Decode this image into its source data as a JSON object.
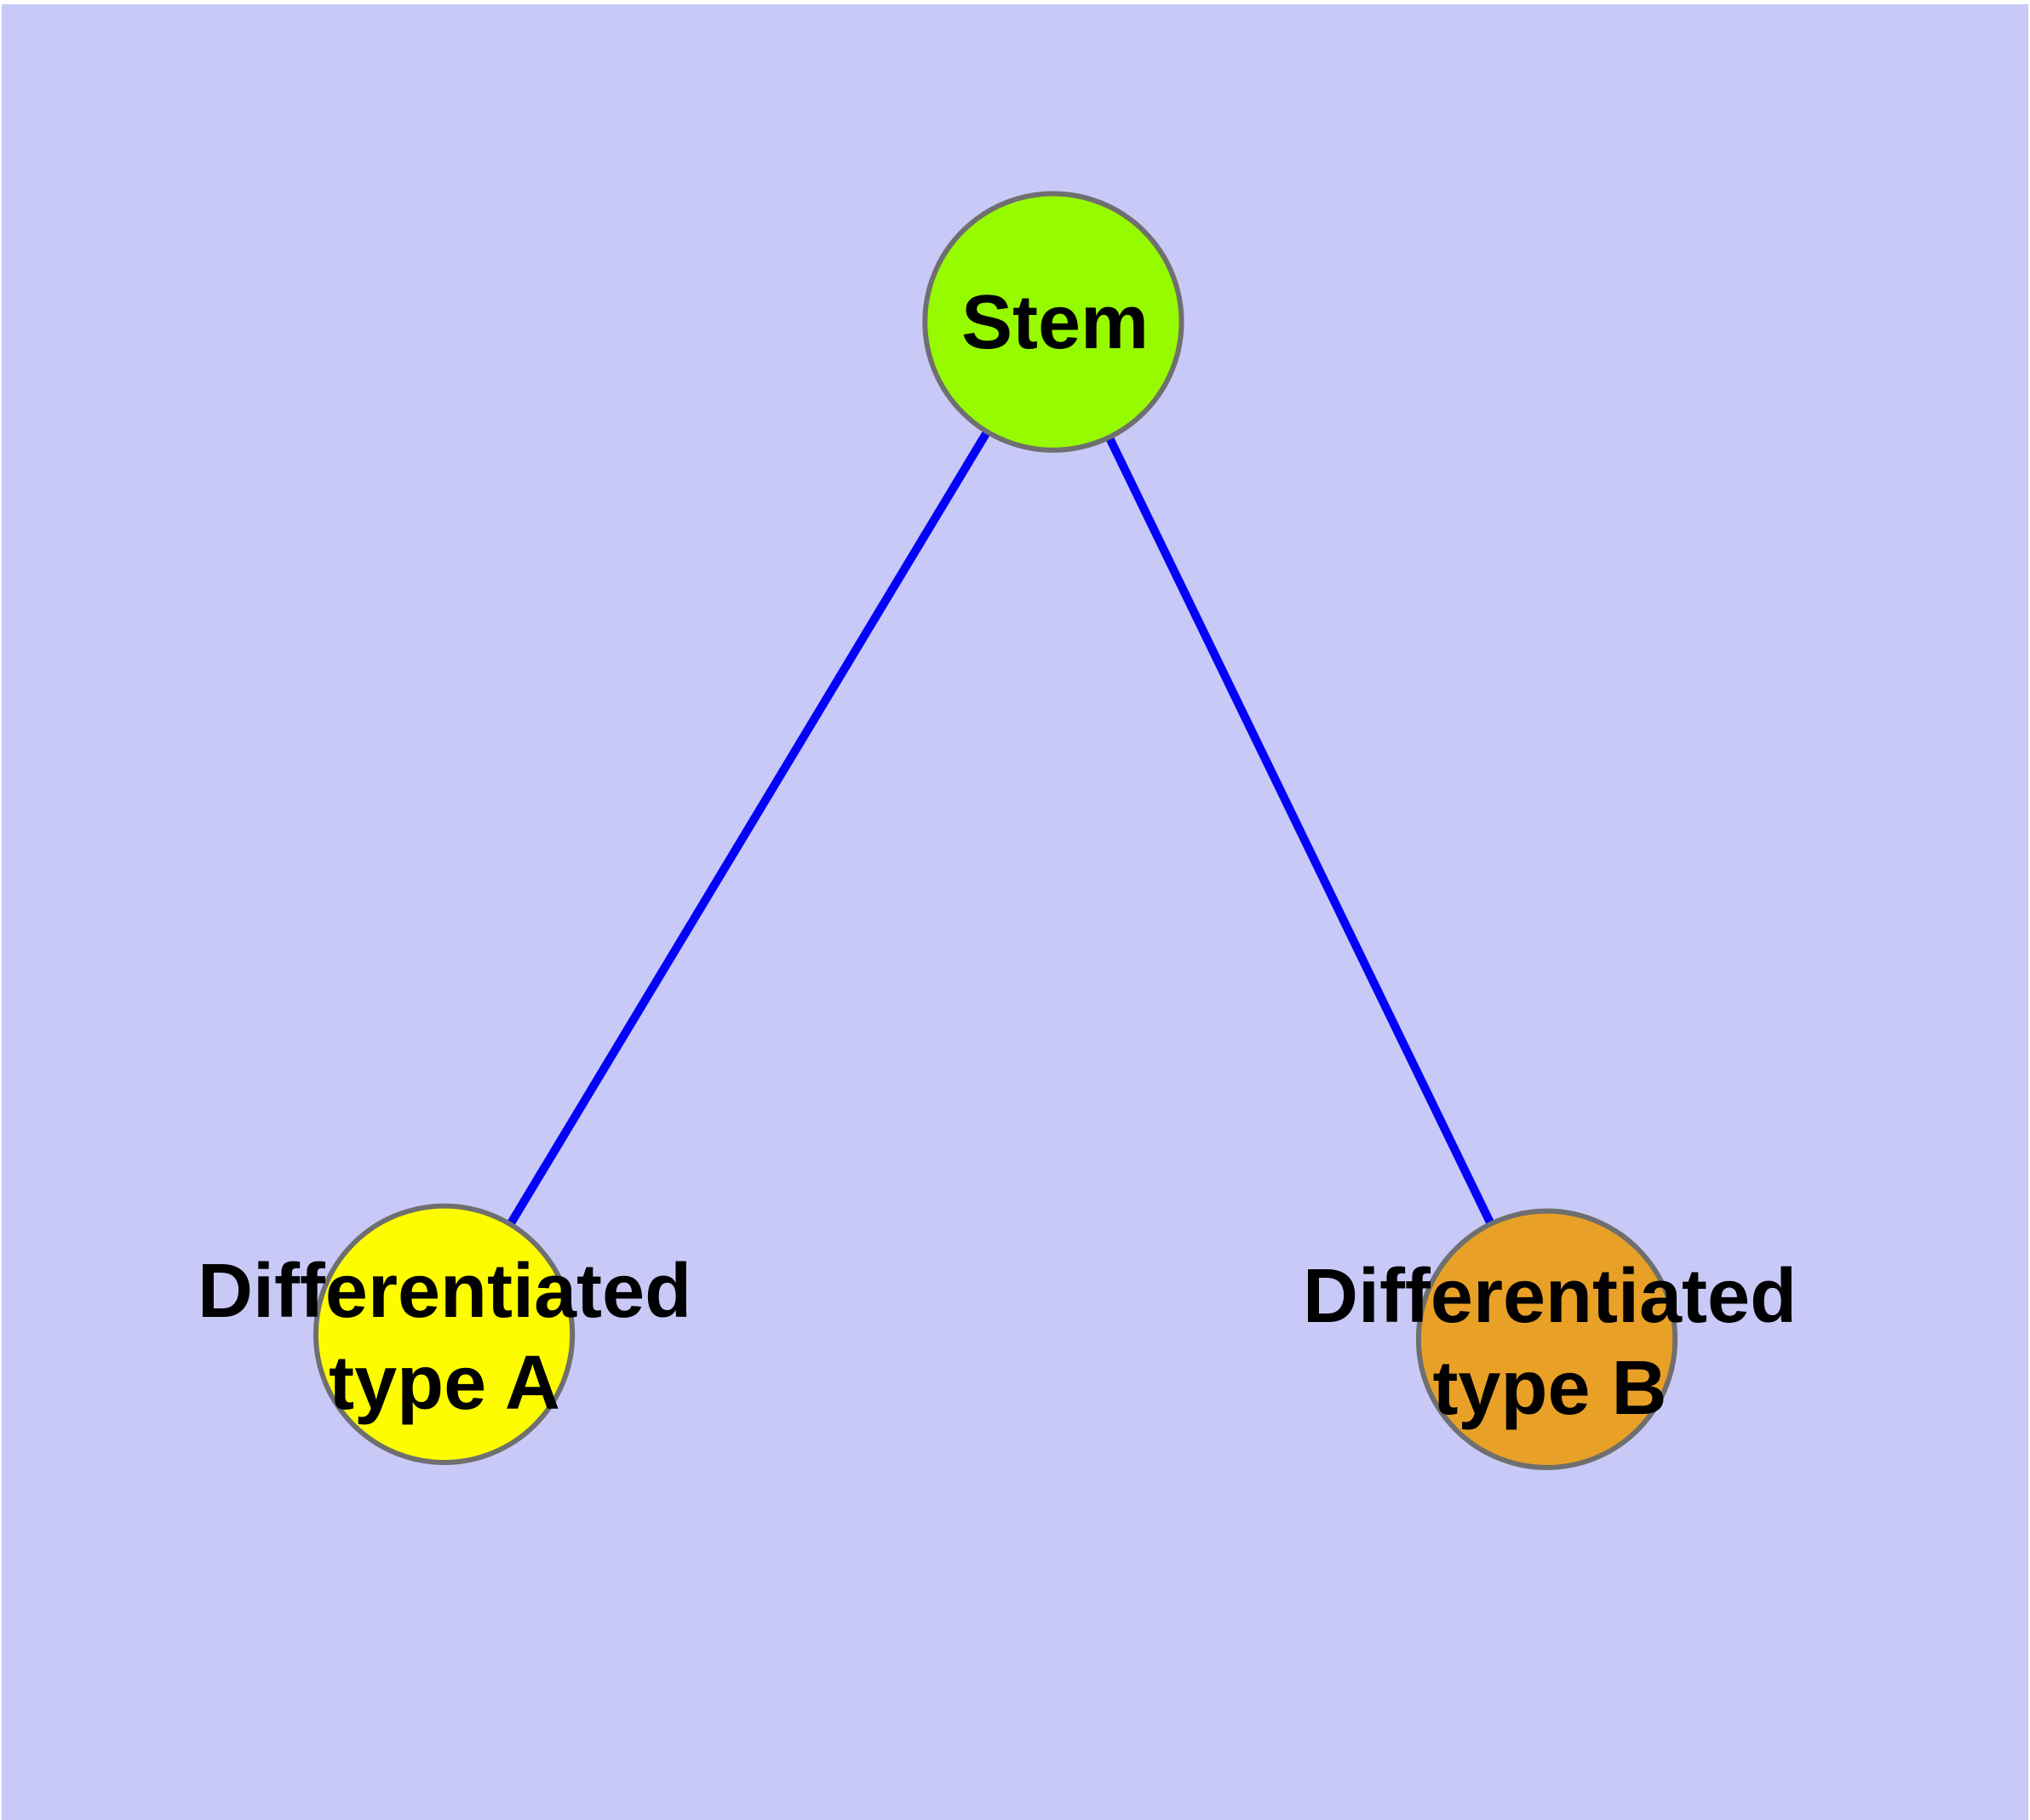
{
  "figure": {
    "type": "node-link-diagram",
    "background_color": "#C9C9F8",
    "edge_color": "#0202FA",
    "node_border_color": "#6F6F6F",
    "text_color": "#000000",
    "nodes": [
      {
        "id": "stem",
        "label": "Stem",
        "label_line1": "Stem",
        "label_line2": "",
        "color": "#97FB00"
      },
      {
        "id": "type_a",
        "label": "Differentiated type A",
        "label_line1": "Differentiated",
        "label_line2": "type A",
        "color": "#FDFD00"
      },
      {
        "id": "type_b",
        "label": "Differentiated type B",
        "label_line1": "Differentiated",
        "label_line2": "type B",
        "color": "#E8A126"
      }
    ],
    "edges": [
      {
        "from": "Stem",
        "to": "Differentiated type A"
      },
      {
        "from": "Stem",
        "to": "Differentiated type B"
      }
    ]
  }
}
